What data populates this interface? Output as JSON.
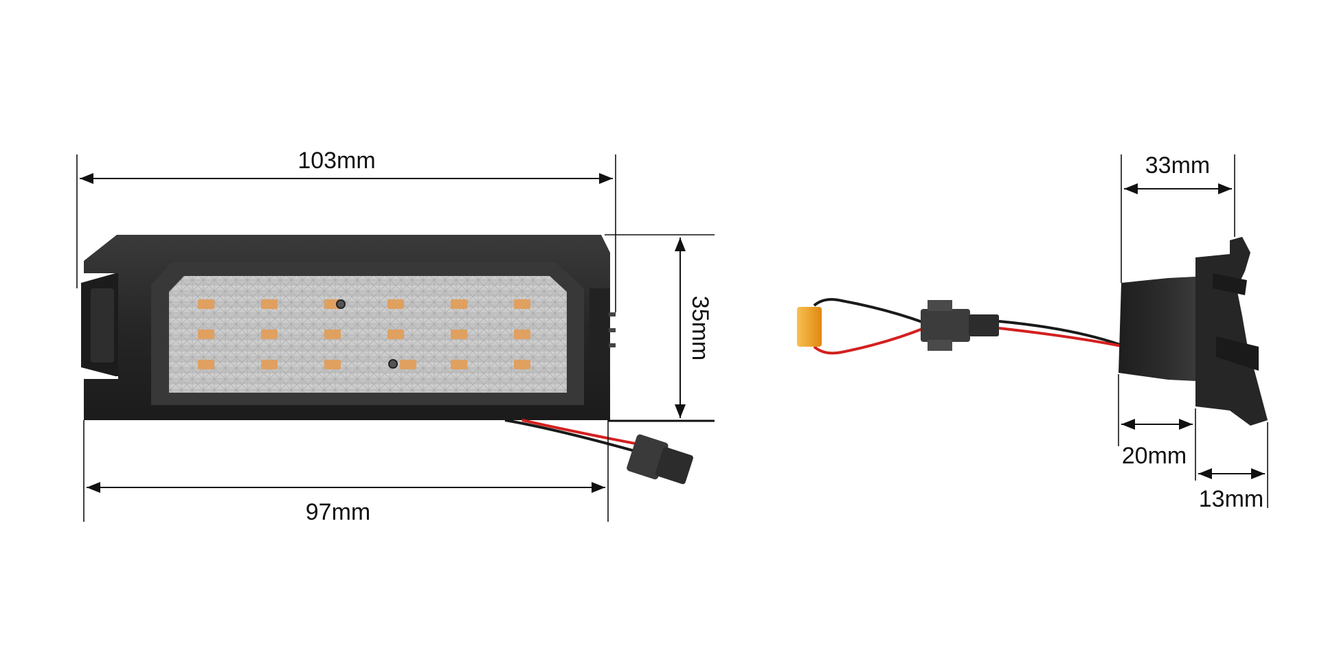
{
  "dimensions": {
    "front_width": "103mm",
    "front_base_width": "97mm",
    "front_height": "35mm",
    "side_top_depth": "33mm",
    "side_body_depth": "20mm",
    "side_flange_depth": "13mm"
  },
  "colors": {
    "housing": "#2b2b2b",
    "housing_dark": "#1e1e1e",
    "bezel": "#3a3a3a",
    "lens": "#c9c9c9",
    "led": "#e0a060",
    "wire_red": "#d42020",
    "wire_black": "#1a1a1a",
    "connector": "#3a3a3a",
    "fuse": "#f0a020"
  },
  "led_grid": {
    "rows": 3,
    "columns": 6
  }
}
